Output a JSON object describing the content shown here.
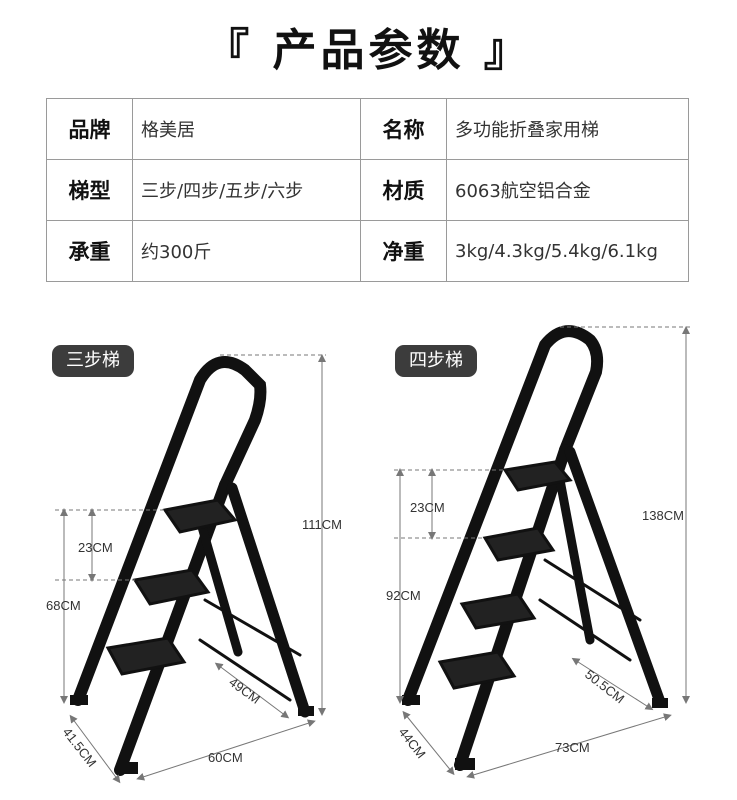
{
  "title": "『 产品参数 』",
  "specs": [
    {
      "k1": "品牌",
      "v1": "格美居",
      "k2": "名称",
      "v2": "多功能折叠家用梯"
    },
    {
      "k1": "梯型",
      "v1": "三步/四步/五步/六步",
      "k2": "材质",
      "v2": "6063航空铝合金"
    },
    {
      "k1": "承重",
      "v1": "约300斤",
      "k2": "净重",
      "v2": "3kg/4.3kg/5.4kg/6.1kg"
    }
  ],
  "ladders": [
    {
      "tag": "三步梯",
      "height": "111CM",
      "step_gap": "23CM",
      "platform": "68CM",
      "width": "60CM",
      "depth": "41.5CM",
      "back": "49CM"
    },
    {
      "tag": "四步梯",
      "height": "138CM",
      "step_gap": "23CM",
      "platform": "92CM",
      "width": "73CM",
      "depth": "44CM",
      "back": "50.5CM"
    }
  ],
  "colors": {
    "ladder": "#111111",
    "dim_line": "#777777",
    "tag_bg": "#3c3c3c"
  }
}
